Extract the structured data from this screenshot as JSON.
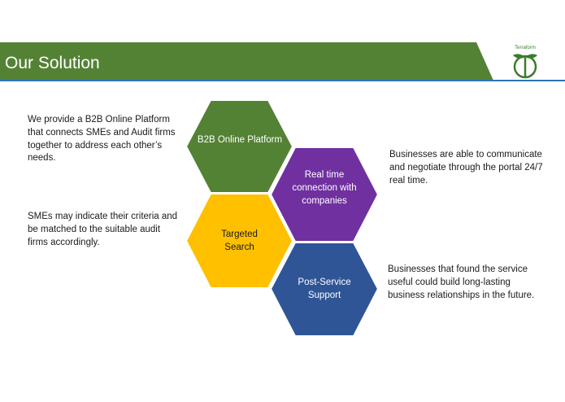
{
  "header": {
    "title": "Our Solution",
    "logo_text": "Terraform"
  },
  "hexagons": [
    {
      "label": "B2B Online Platform",
      "color": "#548235"
    },
    {
      "label": "Real time connection with companies",
      "color": "#7030a0"
    },
    {
      "label": "Targeted Search",
      "color": "#ffc000"
    },
    {
      "label": "Post-Service Support",
      "color": "#2f5597"
    }
  ],
  "left_text": {
    "intro": "We provide a B2B Online Platform that connects SMEs and Audit firms together to address each other’s needs.",
    "criteria": "SMEs may indicate their criteria and be matched to the suitable audit firms accordingly."
  },
  "right_text": {
    "realtime": "Businesses are able to communicate and negotiate through the portal 24/7 real time.",
    "support": "Businesses that found the service useful could build long-lasting business relationships in the future."
  },
  "colors": {
    "banner": "#548235",
    "rule": "#2e75b6"
  }
}
